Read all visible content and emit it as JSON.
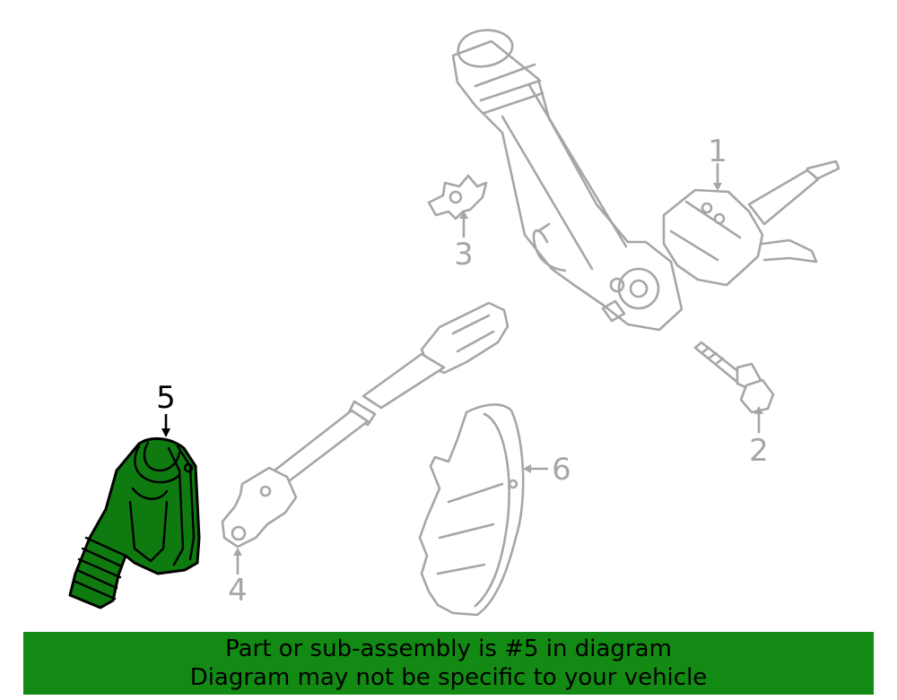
{
  "callouts": [
    {
      "number": "1",
      "highlighted": false
    },
    {
      "number": "2",
      "highlighted": false
    },
    {
      "number": "3",
      "highlighted": false
    },
    {
      "number": "4",
      "highlighted": false
    },
    {
      "number": "5",
      "highlighted": true
    },
    {
      "number": "6",
      "highlighted": false
    }
  ],
  "banner": {
    "line1": "Part or sub-assembly is #5 in diagram",
    "line2": "Diagram may not be specific to your vehicle"
  },
  "colors": {
    "highlight_part": "#0f7a0f",
    "banner_background": "#138a13",
    "line_art": "#a6a6a6"
  }
}
